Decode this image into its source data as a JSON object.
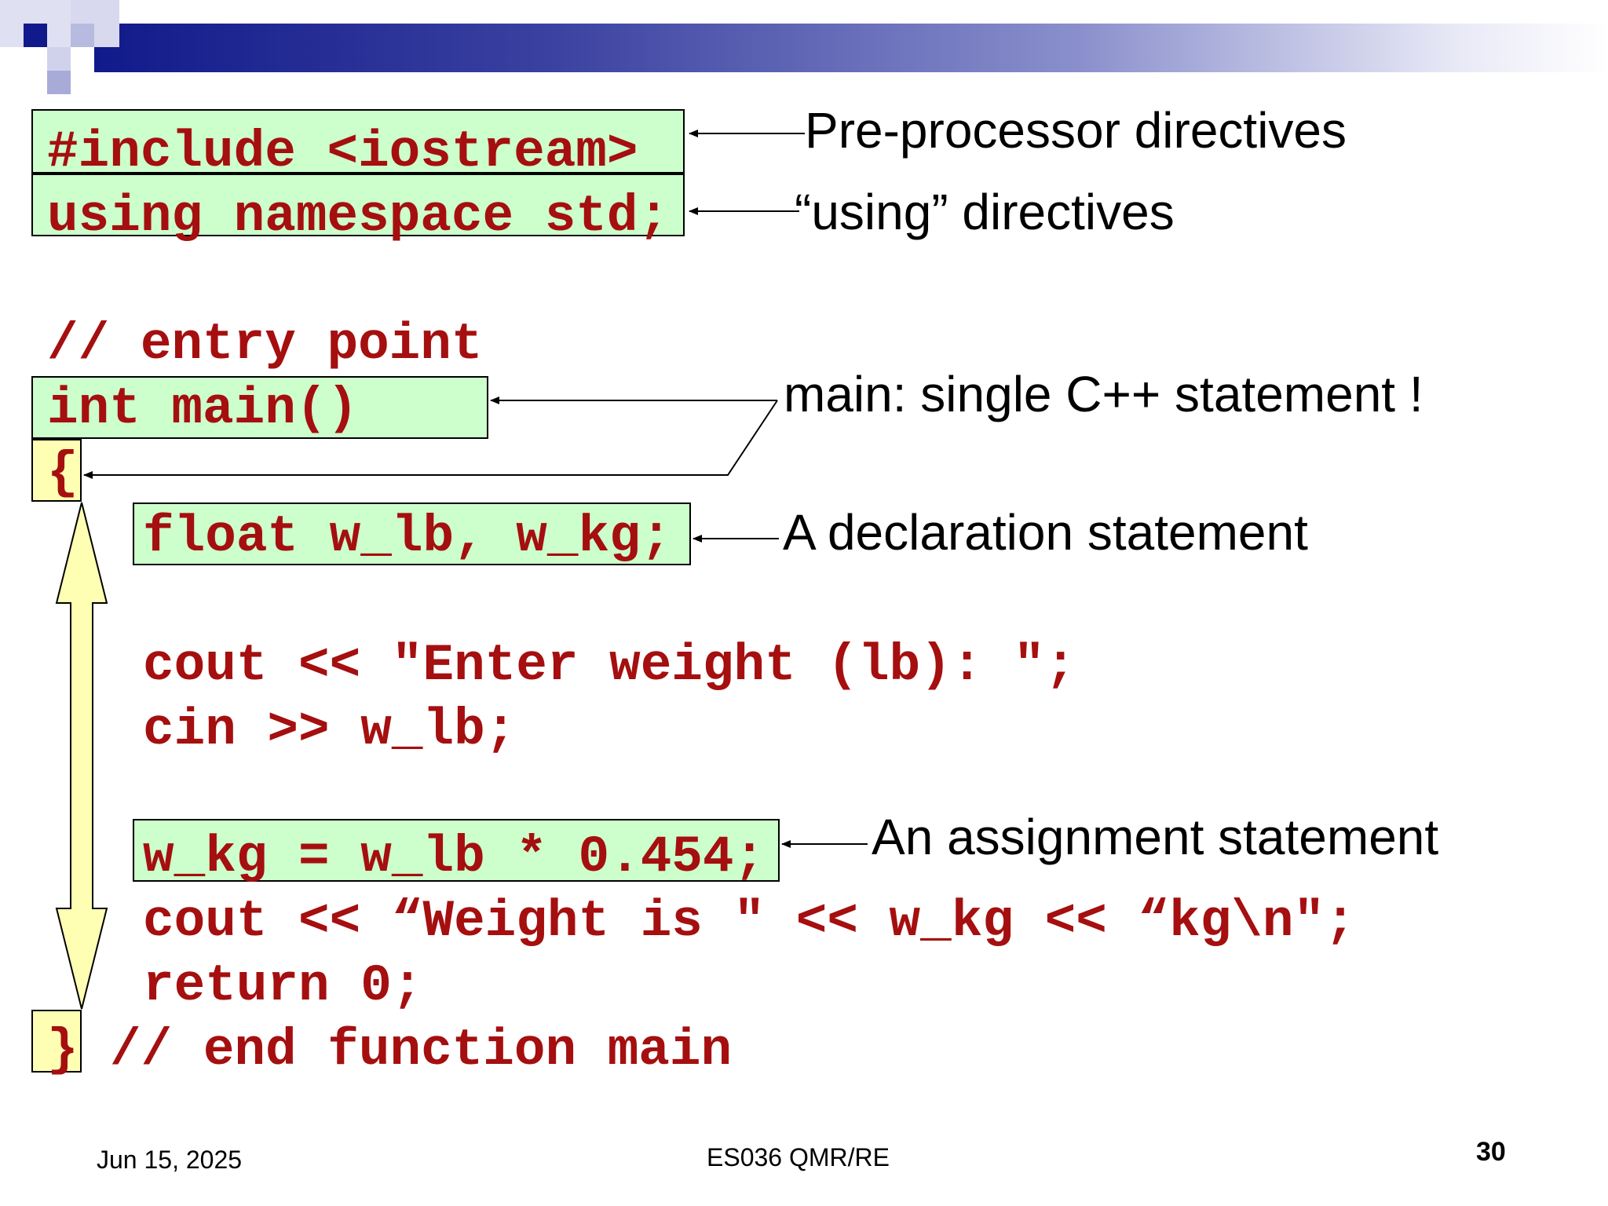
{
  "header": {
    "accent_color": "#111a8a"
  },
  "code": {
    "line_include": "#include <iostream>",
    "line_using": "using namespace std;",
    "line_comment": "// entry point",
    "line_main": "int main()",
    "line_open_brace": "{",
    "line_float": "float w_lb, w_kg;",
    "line_cout1": "cout << \"Enter weight (lb): \";",
    "line_cin": "cin >> w_lb;",
    "line_assign": "w_kg = w_lb * 0.454;",
    "line_cout2": "cout << “Weight is \" << w_kg << “kg\\n\";",
    "line_return": "return 0;",
    "line_close_brace": "}",
    "line_end_comment": "// end function main",
    "code_color": "#a50f0f"
  },
  "annotations": {
    "preprocessor": "Pre-processor directives",
    "using": "“using” directives",
    "main": "main: single C++ statement !",
    "declaration": "A declaration statement",
    "assignment": "An assignment statement"
  },
  "colors": {
    "highlight_green": "#ccffcc",
    "highlight_yellow": "#ffffb3"
  },
  "footer": {
    "date": "Jun 15, 2025",
    "course": "ES036 QMR/RE",
    "page_number": "30"
  }
}
